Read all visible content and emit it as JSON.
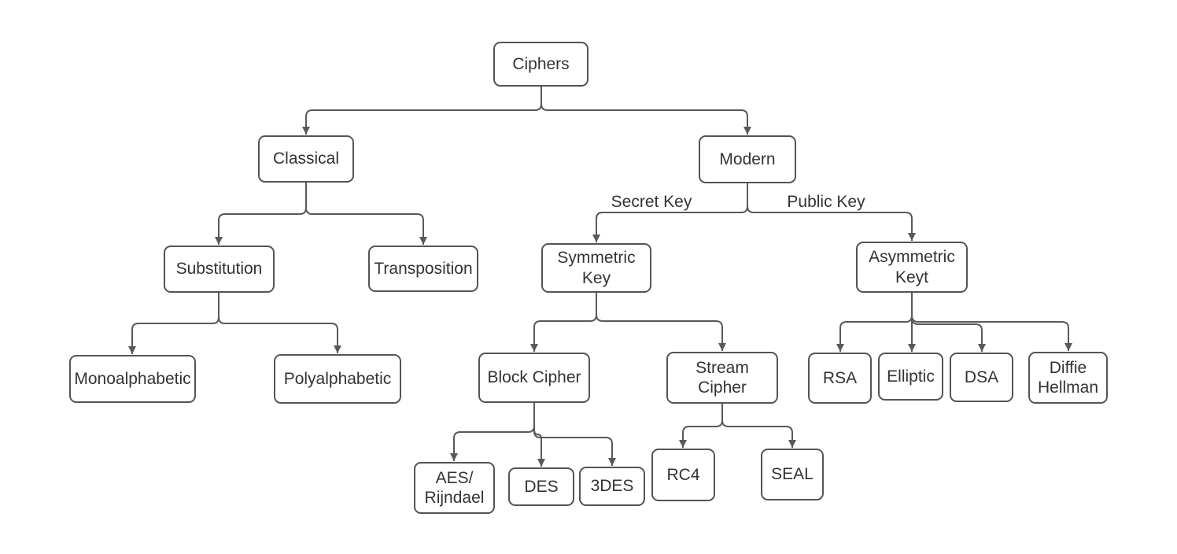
{
  "diagram": {
    "colors": {
      "background": "#ffffff",
      "node_border": "#545454",
      "connector": "#595959",
      "text": "#333333"
    },
    "nodes": [
      {
        "id": "ciphers",
        "label": "Ciphers"
      },
      {
        "id": "classical",
        "label": "Classical"
      },
      {
        "id": "modern",
        "label": "Modern"
      },
      {
        "id": "substitution",
        "label": "Substitution"
      },
      {
        "id": "transposition",
        "label": "Transposition"
      },
      {
        "id": "monoalphabetic",
        "label": "Monoalphabetic"
      },
      {
        "id": "polyalphabetic",
        "label": "Polyalphabetic"
      },
      {
        "id": "symmetric-key",
        "label": "Symmetric\nKey"
      },
      {
        "id": "asymmetric-key",
        "label": "Asymmetric\nKeyt"
      },
      {
        "id": "block-cipher",
        "label": "Block Cipher"
      },
      {
        "id": "stream-cipher",
        "label": "Stream\nCipher"
      },
      {
        "id": "aes-rijndael",
        "label": "AES/\nRijndael"
      },
      {
        "id": "des",
        "label": "DES"
      },
      {
        "id": "3des",
        "label": "3DES"
      },
      {
        "id": "rc4",
        "label": "RC4"
      },
      {
        "id": "seal",
        "label": "SEAL"
      },
      {
        "id": "rsa",
        "label": "RSA"
      },
      {
        "id": "elliptic",
        "label": "Elliptic"
      },
      {
        "id": "dsa",
        "label": "DSA"
      },
      {
        "id": "diffie-hellman",
        "label": "Diffie\nHellman"
      }
    ],
    "edge_labels": [
      {
        "text": "Secret Key"
      },
      {
        "text": "Public Key"
      }
    ],
    "edges": [
      {
        "from": "ciphers",
        "to": "classical"
      },
      {
        "from": "ciphers",
        "to": "modern"
      },
      {
        "from": "classical",
        "to": "substitution"
      },
      {
        "from": "classical",
        "to": "transposition"
      },
      {
        "from": "substitution",
        "to": "monoalphabetic"
      },
      {
        "from": "substitution",
        "to": "polyalphabetic"
      },
      {
        "from": "modern",
        "to": "symmetric-key",
        "label": "Secret Key"
      },
      {
        "from": "modern",
        "to": "asymmetric-key",
        "label": "Public Key"
      },
      {
        "from": "symmetric-key",
        "to": "block-cipher"
      },
      {
        "from": "symmetric-key",
        "to": "stream-cipher"
      },
      {
        "from": "block-cipher",
        "to": "aes-rijndael"
      },
      {
        "from": "block-cipher",
        "to": "des"
      },
      {
        "from": "block-cipher",
        "to": "3des"
      },
      {
        "from": "stream-cipher",
        "to": "rc4"
      },
      {
        "from": "stream-cipher",
        "to": "seal"
      },
      {
        "from": "asymmetric-key",
        "to": "rsa"
      },
      {
        "from": "asymmetric-key",
        "to": "elliptic"
      },
      {
        "from": "asymmetric-key",
        "to": "dsa"
      },
      {
        "from": "asymmetric-key",
        "to": "diffie-hellman"
      }
    ]
  }
}
